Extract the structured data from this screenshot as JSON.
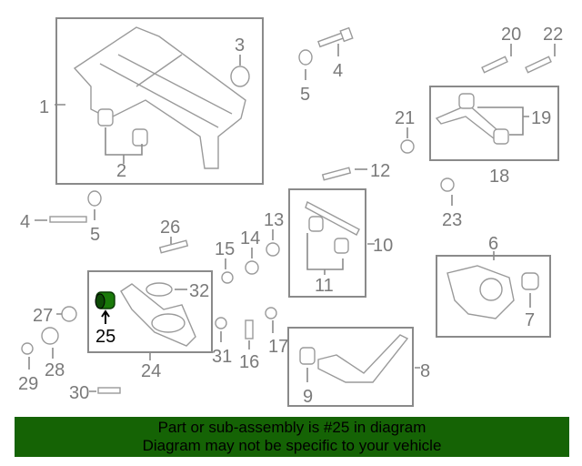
{
  "diagram": {
    "callouts": [
      "1",
      "2",
      "3",
      "4",
      "5",
      "20",
      "22",
      "21",
      "19",
      "18",
      "12",
      "23",
      "4",
      "5",
      "26",
      "14",
      "13",
      "15",
      "10",
      "11",
      "6",
      "7",
      "32",
      "27",
      "25",
      "24",
      "31",
      "16",
      "17",
      "29",
      "28",
      "30",
      "9",
      "8"
    ],
    "highlight_part": "25",
    "highlight_color": "#1a7a0a"
  },
  "banner": {
    "line1": "Part or sub-assembly is #25 in diagram",
    "line2": "Diagram may not be specific to your vehicle",
    "color": "#156305"
  }
}
